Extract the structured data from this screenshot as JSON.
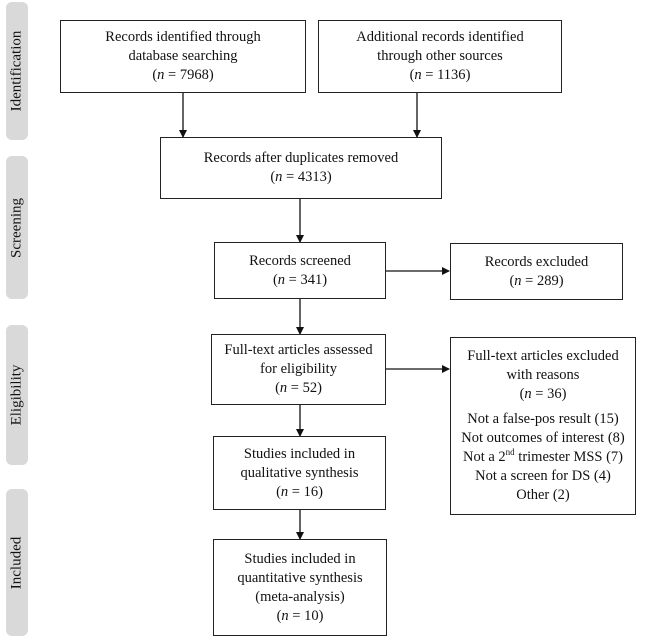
{
  "phases": {
    "identification": "Identification",
    "screening": "Screening",
    "eligibility": "Eligibility",
    "included": "Included"
  },
  "boxes": {
    "database": {
      "line1": "Records identified through",
      "line2": "database searching",
      "n_prefix": "n",
      "n_value": "= 7968"
    },
    "other_sources": {
      "line1": "Additional records identified",
      "line2": "through other sources",
      "n_prefix": "n",
      "n_value": "= 1136"
    },
    "duplicates_removed": {
      "line1": "Records after duplicates removed",
      "n_prefix": "n",
      "n_value": "= 4313"
    },
    "screened": {
      "line1": "Records screened",
      "n_prefix": "n",
      "n_value": "= 341"
    },
    "excluded": {
      "line1": "Records excluded",
      "n_prefix": "n",
      "n_value": "= 289"
    },
    "fulltext_assessed": {
      "line1": "Full-text articles assessed",
      "line2": "for eligibility",
      "n_prefix": "n",
      "n_value": "= 52"
    },
    "fulltext_excluded": {
      "line1": "Full-text articles excluded",
      "line2": "with reasons",
      "n_prefix": "n",
      "n_value": "= 36",
      "reason1": "Not a false-pos result (15)",
      "reason2": "Not outcomes of interest (8)",
      "reason3_pre": "Not a 2",
      "reason3_sup": "nd",
      "reason3_post": " trimester MSS (7)",
      "reason4": "Not a screen for DS (4)",
      "reason5": "Other (2)"
    },
    "qualitative": {
      "line1": "Studies included in",
      "line2": "qualitative synthesis",
      "n_prefix": "n",
      "n_value": "= 16"
    },
    "quantitative": {
      "line1": "Studies included in",
      "line2": "quantitative synthesis",
      "line3": "(meta-analysis)",
      "n_prefix": "n",
      "n_value": "= 10"
    }
  }
}
